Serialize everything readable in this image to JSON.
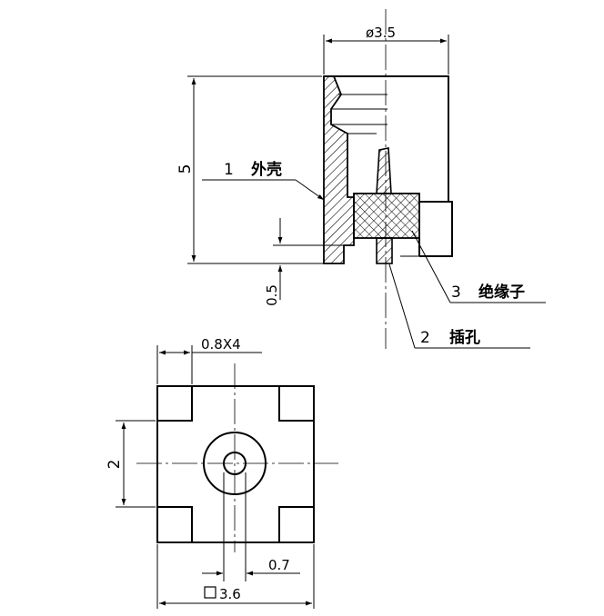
{
  "dimensions": {
    "diameter": "ø3.5",
    "height": "5",
    "base_offset": "0.5",
    "pad_size": "0.8X4",
    "pad_spacing": "2",
    "hole_size": "0.7",
    "body_size": "3.6"
  },
  "callouts": [
    {
      "number": "1",
      "label": "外壳"
    },
    {
      "number": "2",
      "label": "插孔"
    },
    {
      "number": "3",
      "label": "绝缘子"
    }
  ],
  "colors": {
    "line": "#000000",
    "background": "#ffffff"
  }
}
